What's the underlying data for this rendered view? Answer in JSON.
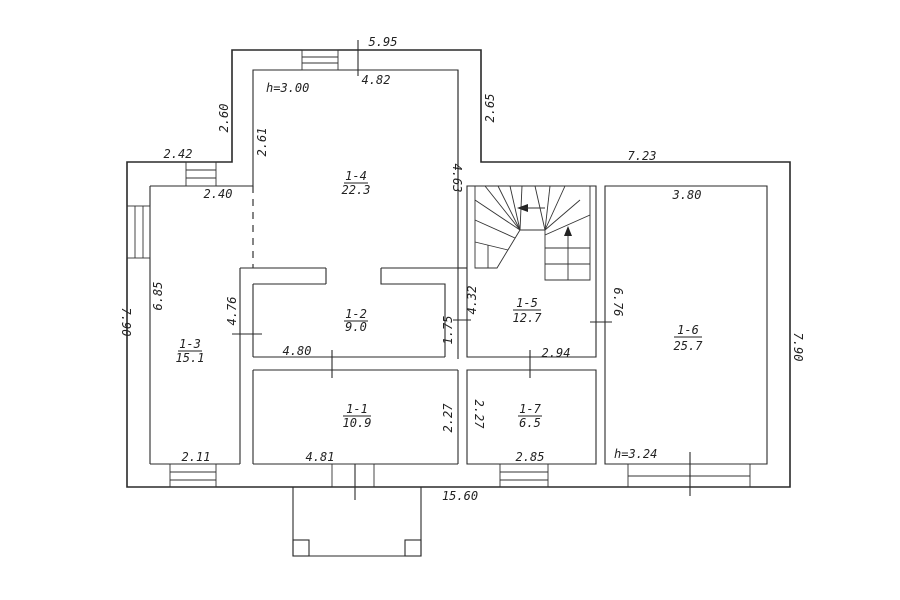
{
  "rooms": [
    {
      "id": "1-4",
      "area": "22.3"
    },
    {
      "id": "1-2",
      "area": "9.0"
    },
    {
      "id": "1-3",
      "area": "15.1"
    },
    {
      "id": "1-1",
      "area": "10.9"
    },
    {
      "id": "1-5",
      "area": "12.7"
    },
    {
      "id": "1-7",
      "area": "6.5"
    },
    {
      "id": "1-6",
      "area": "25.7"
    }
  ],
  "heights": {
    "main": "h=3.00",
    "room6": "h=3.24"
  },
  "dimensions": {
    "top_outer": "5.95",
    "top_inner": "4.82",
    "left_up": "2.60",
    "inner_261": "2.61",
    "right_up": "2.65",
    "r14_h": "4.63",
    "step_top": "2.42",
    "step_inner": "2.40",
    "right_outer": "7.23",
    "r6_w": "3.80",
    "r3_h": "6.85",
    "left_total": "7.90",
    "r2_side": "4.76",
    "r2_w": "4.80",
    "corr_175": "1.75",
    "stair_432": "4.32",
    "r5_h": "6.76",
    "r5_w": "2.94",
    "r1_h": "2.27",
    "r7_h": "2.27",
    "r3_bottom": "2.11",
    "r1_bottom": "4.81",
    "r7_bottom": "2.85",
    "right_total": "7.90",
    "total_bottom": "15.60"
  }
}
